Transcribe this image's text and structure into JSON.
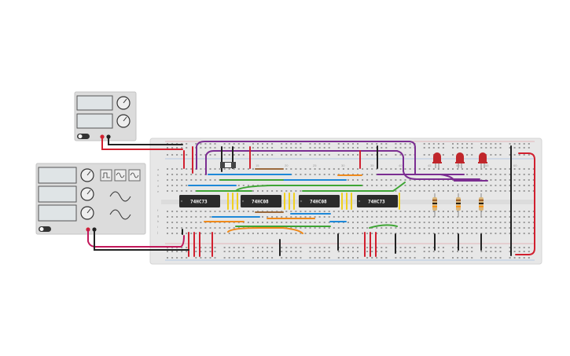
{
  "canvas": {
    "background": "#ffffff"
  },
  "power_supply": {
    "label": "",
    "display_color": "#dfe4e6",
    "body_color": "#dcdcdc"
  },
  "function_generator": {
    "body_color": "#dcdcdc",
    "display_color": "#dfe4e6"
  },
  "breadboard": {
    "color": "#e7e7e7",
    "column_numbers": [
      "15",
      "20",
      "25",
      "30",
      "35",
      "40",
      "45",
      "50",
      "55",
      "60"
    ],
    "row_letters_top": [
      "a",
      "b",
      "c",
      "d",
      "e"
    ],
    "row_letters_bottom": [
      "f",
      "g",
      "h",
      "i",
      "j"
    ]
  },
  "chips": [
    {
      "label": "74HC73"
    },
    {
      "label": "74HC08"
    },
    {
      "label": "74HC08"
    },
    {
      "label": "74HC73"
    }
  ],
  "leds": [
    {
      "color": "#c0262b"
    },
    {
      "color": "#c0262b"
    },
    {
      "color": "#c0262b"
    }
  ],
  "resistors": [
    {
      "band_colors": [
        "#8b4513",
        "#000000",
        "#ff8c00"
      ]
    },
    {
      "band_colors": [
        "#8b4513",
        "#000000",
        "#ff8c00"
      ]
    },
    {
      "band_colors": [
        "#8b4513",
        "#000000",
        "#ff8c00"
      ]
    }
  ],
  "wire_colors": {
    "red": "#d1202f",
    "black": "#222222",
    "purple": "#7b2d91",
    "blue": "#1e88d8",
    "green": "#3fa535",
    "yellow": "#f0d020",
    "orange": "#ef8a1c",
    "brown": "#9b6a3e",
    "magenta": "#c2185b"
  }
}
